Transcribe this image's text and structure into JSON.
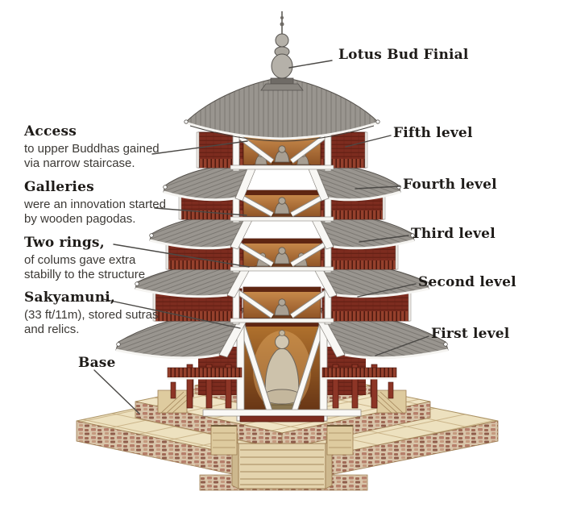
{
  "callouts_left": [
    {
      "term": "Access",
      "lines": [
        "to upper Buddhas gained",
        "via narrow staircase."
      ]
    },
    {
      "term": "Galleries",
      "lines": [
        "were an innovation started",
        "by wooden pagodas."
      ]
    },
    {
      "term": "Two rings,",
      "lines": [
        "of colums gave extra",
        "stabilly to the structure"
      ]
    },
    {
      "term": "Sakyamuni,",
      "lines": [
        "(33 ft/11m), stored sutras",
        "and relics."
      ]
    },
    {
      "term": "Base",
      "lines": []
    }
  ],
  "callouts_right": [
    {
      "label": "Lotus Bud Finial"
    },
    {
      "label": "Fifth level"
    },
    {
      "label": "Fourth level"
    },
    {
      "label": "Third level"
    },
    {
      "label": "Second level"
    },
    {
      "label": "First level"
    }
  ],
  "colors": {
    "background": "#ffffff",
    "leader_line": "#4b4946",
    "label_text": "#1e1b18",
    "body_text": "#3c3935",
    "roof_gray": "#99958f",
    "wood_red": "#7d2c1f",
    "railing_red": "#95402c",
    "interior_amber": "#c08244",
    "beam_white": "#faf9f6",
    "stone_cream": "#ede1bf",
    "rubble_brown": "#b67f6b",
    "statue_gray": "#cdc2ab"
  }
}
